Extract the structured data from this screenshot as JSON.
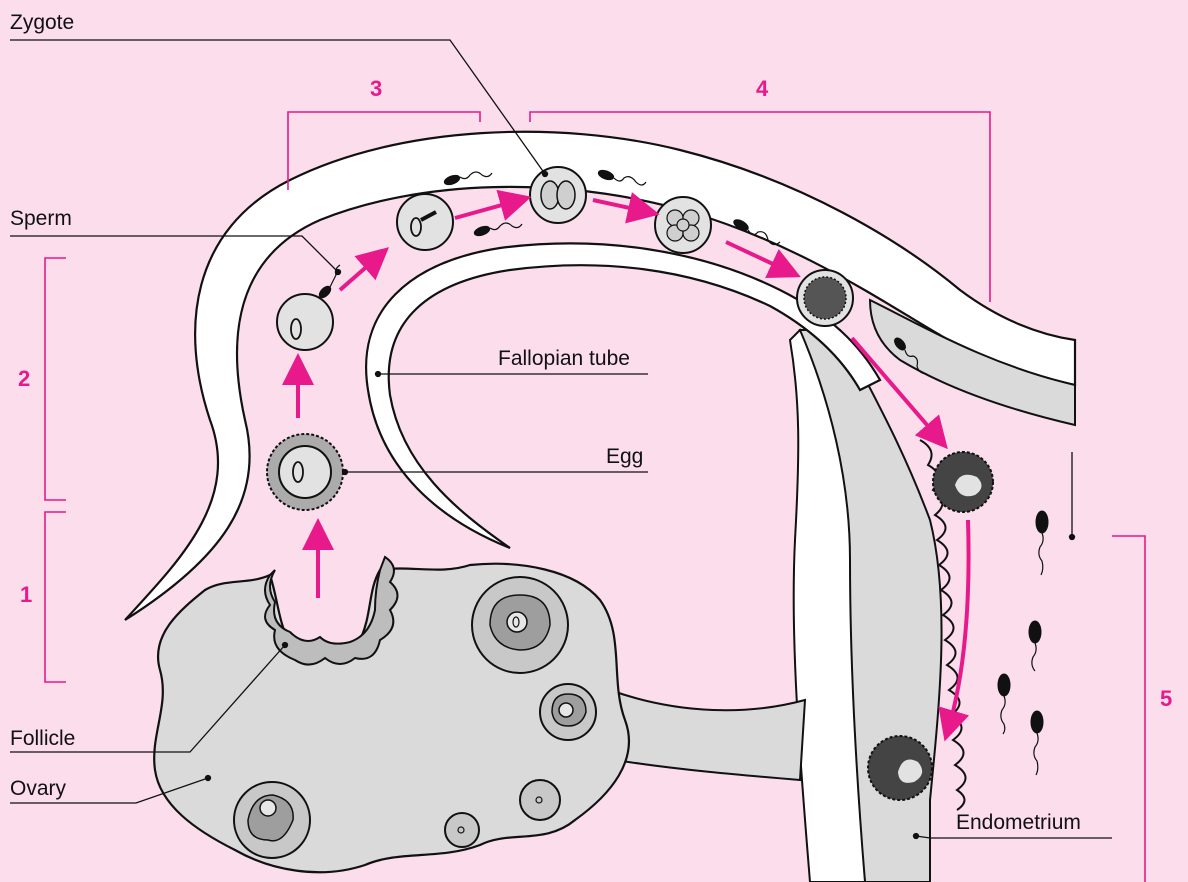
{
  "labels": {
    "zygote": "Zygote",
    "sperm": "Sperm",
    "fallopian_tube": "Fallopian tube",
    "egg": "Egg",
    "follicle": "Follicle",
    "ovary": "Ovary",
    "endometrium": "Endometrium"
  },
  "stages": [
    "1",
    "2",
    "3",
    "4",
    "5"
  ],
  "colors": {
    "background": "#FBDDEB",
    "arrow": "#E8198A",
    "stage_number": "#E8198A",
    "tissue": "#DADADA",
    "tube_wall": "#FFFFFF",
    "outline": "#111111"
  }
}
